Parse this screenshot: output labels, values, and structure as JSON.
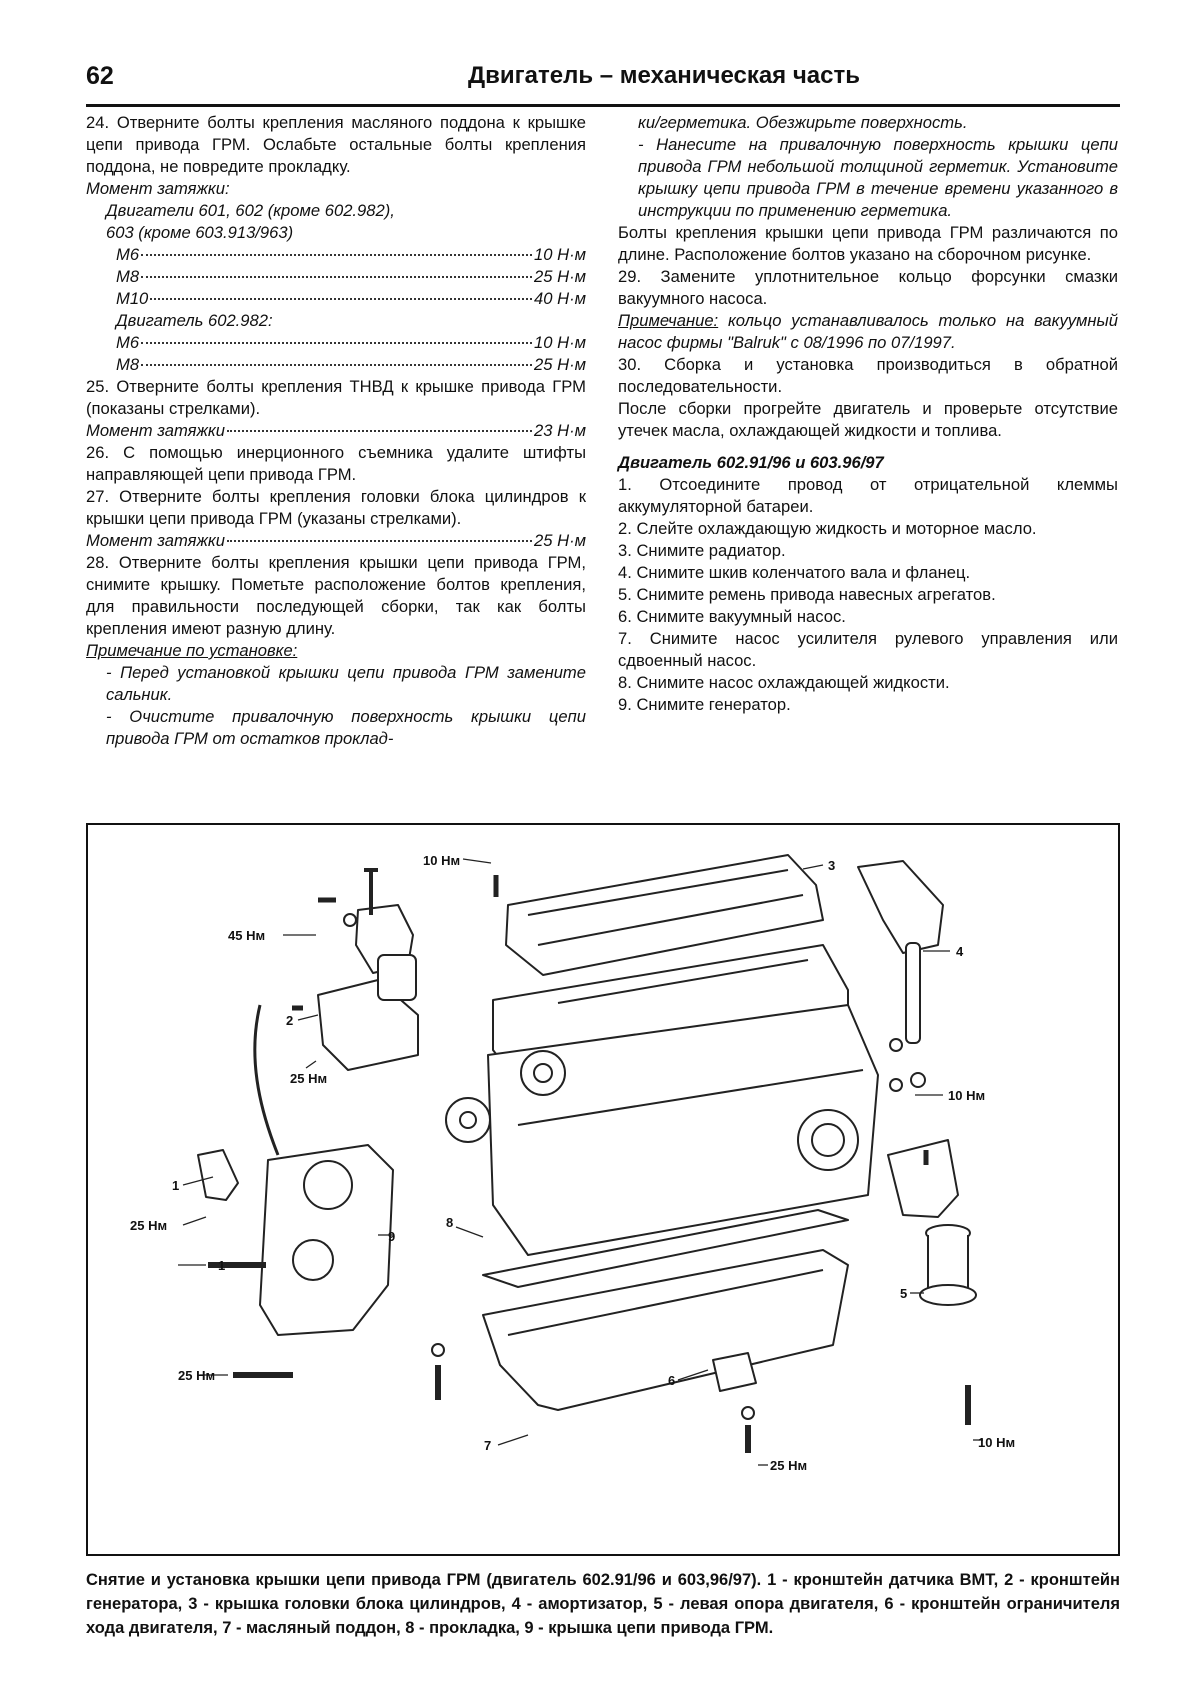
{
  "header": {
    "page_number": "62",
    "title": "Двигатель – механическая часть"
  },
  "left_column": {
    "p24": "24. Отверните болты крепления масляного поддона к крышке цепи привода ГРМ. Ослабьте остальные болты крепления поддона, не повредите прокладку.",
    "torque_label": "Момент затяжки:",
    "engines_a_line1": "Двигатели 601, 602 (кроме 602.982),",
    "engines_a_line2": "603 (кроме 603.913/963)",
    "m6_a": {
      "label": "M6",
      "value": "10 Н·м"
    },
    "m8_a": {
      "label": "M8",
      "value": "25 Н·м"
    },
    "m10_a": {
      "label": "M10",
      "value": "40 Н·м"
    },
    "engine_b": "Двигатель 602.982:",
    "m6_b": {
      "label": "M6",
      "value": "10 Н·м"
    },
    "m8_b": {
      "label": "M8",
      "value": "25 Н·м"
    },
    "p25": "25. Отверните болты крепления ТНВД к крышке привода ГРМ (показаны стрелками).",
    "torque_25": {
      "label": "Момент затяжки",
      "value": "23 Н·м"
    },
    "p26": "26. С помощью инерционного съемника удалите штифты направляющей цепи привода ГРМ.",
    "p27": "27. Отверните болты крепления головки блока цилиндров к крышки цепи привода ГРМ (указаны стрелками).",
    "torque_27": {
      "label": "Момент затяжки",
      "value": "25 Н·м"
    },
    "p28": "28. Отверните болты крепления крышки цепи привода ГРМ, снимите крышку. Пометьте расположение болтов крепления, для правильности последующей сборки, так как болты крепления имеют разную длину.",
    "install_note_title": "Примечание по установке:",
    "install_note_1": "- Перед установкой крышки цепи привода ГРМ замените сальник.",
    "install_note_2": "- Очистите привалочную поверхность крышки цепи привода ГРМ от остатков проклад-"
  },
  "right_column": {
    "cont_1": "ки/герметика. Обезжирьте поверхность.",
    "cont_2": "- Нанесите на привалочную поверхность крышки цепи привода ГРМ небольшой толщиной герметик. Установите крышку цепи привода ГРМ в течение времени указанного в инструкции по применению герметика.",
    "bolts_text": "Болты крепления крышки цепи привода ГРМ различаются по длине. Расположение болтов указано на сборочном рисунке.",
    "p29": "29. Замените уплотнительное кольцо форсунки смазки вакуумного насоса.",
    "note_label": "Примечание:",
    "note_text": " кольцо устанавливалось только на вакуумный насос фирмы \"Balruk\" с 08/1996 по 07/1997.",
    "p30": "30. Сборка и установка производиться в обратной последовательности.",
    "after": "После сборки прогрейте двигатель и проверьте отсутствие утечек масла, охлаждающей жидкости и топлива.",
    "section_heading": "Двигатель 602.91/96 и 603.96/97",
    "steps": [
      "1. Отсоедините провод от отрицательной клеммы аккумуляторной батареи.",
      "2. Слейте охлаждающую жидкость и моторное масло.",
      "3. Снимите радиатор.",
      "4. Снимите шкив коленчатого вала и фланец.",
      "5. Снимите ремень привода навесных агрегатов.",
      "6. Снимите вакуумный насос.",
      "7. Снимите насос усилителя рулевого управления или сдвоенный насос.",
      "8. Снимите насос охлаждающей жидкости.",
      "9. Снимите генератор."
    ]
  },
  "figure": {
    "labels": {
      "t10_top": "10 Нм",
      "t45": "45 Нм",
      "t25_a": "25 Нм",
      "t25_b": "25 Нм",
      "t25_c": "25 Нм",
      "t25_d": "25 Нм",
      "t10_right": "10 Нм",
      "t10_bottom": "10 Нм",
      "n1a": "1",
      "n1b": "1",
      "n2": "2",
      "n3": "3",
      "n4": "4",
      "n5": "5",
      "n6": "6",
      "n7": "7",
      "n8": "8",
      "n9": "9"
    }
  },
  "caption": "Снятие и установка крышки цепи привода ГРМ (двигатель 602.91/96 и 603,96/97). 1 - кронштейн датчика ВМТ, 2 - кронштейн генератора, 3 - крышка головки блока цилиндров, 4 - амортизатор, 5 - левая опора двигателя, 6 - кронштейн ограничителя хода двигателя, 7 - масляный поддон, 8 - прокладка, 9 - крышка цепи привода ГРМ."
}
